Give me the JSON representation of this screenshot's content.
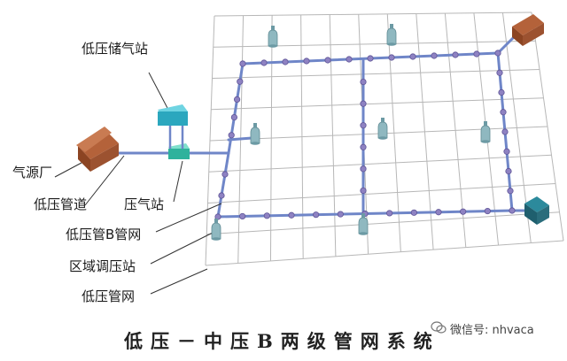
{
  "labels": {
    "gas_storage": "低压储气站",
    "gas_source": "气源厂",
    "low_pressure_pipe": "低压管道",
    "compressor_station": "压气站",
    "lp_b_network": "低压管B管网",
    "regulator_station": "区域调压站",
    "lp_network": "低压管网"
  },
  "caption": "低压－中压B两级管网系统",
  "watermark": "微信号: nhvaca",
  "colors": {
    "pipe": "#6f86c8",
    "node": "#8e82c2",
    "grid": "#b7b7b7",
    "house": "#a0552e",
    "station": "#35b8c8",
    "tank": "#8fb8c0"
  }
}
